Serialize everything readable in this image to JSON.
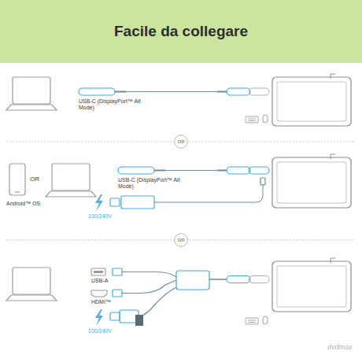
{
  "diagram": {
    "title": "Facile da collegare",
    "nodes": [
      {
        "text": [
          "OR"
        ]
      },
      {
        "text": [
          "OR"
        ]
      }
    ],
    "labels": [
      "USB-C (DisplayPort™ Alt Mode)",
      "OR",
      "Android™ OS",
      "USB-C (DisplayPort™ Alt Mode)",
      "100/240V",
      "USB-A",
      "HDMI™",
      "100/240V",
      "dvdmax"
    ]
  }
}
